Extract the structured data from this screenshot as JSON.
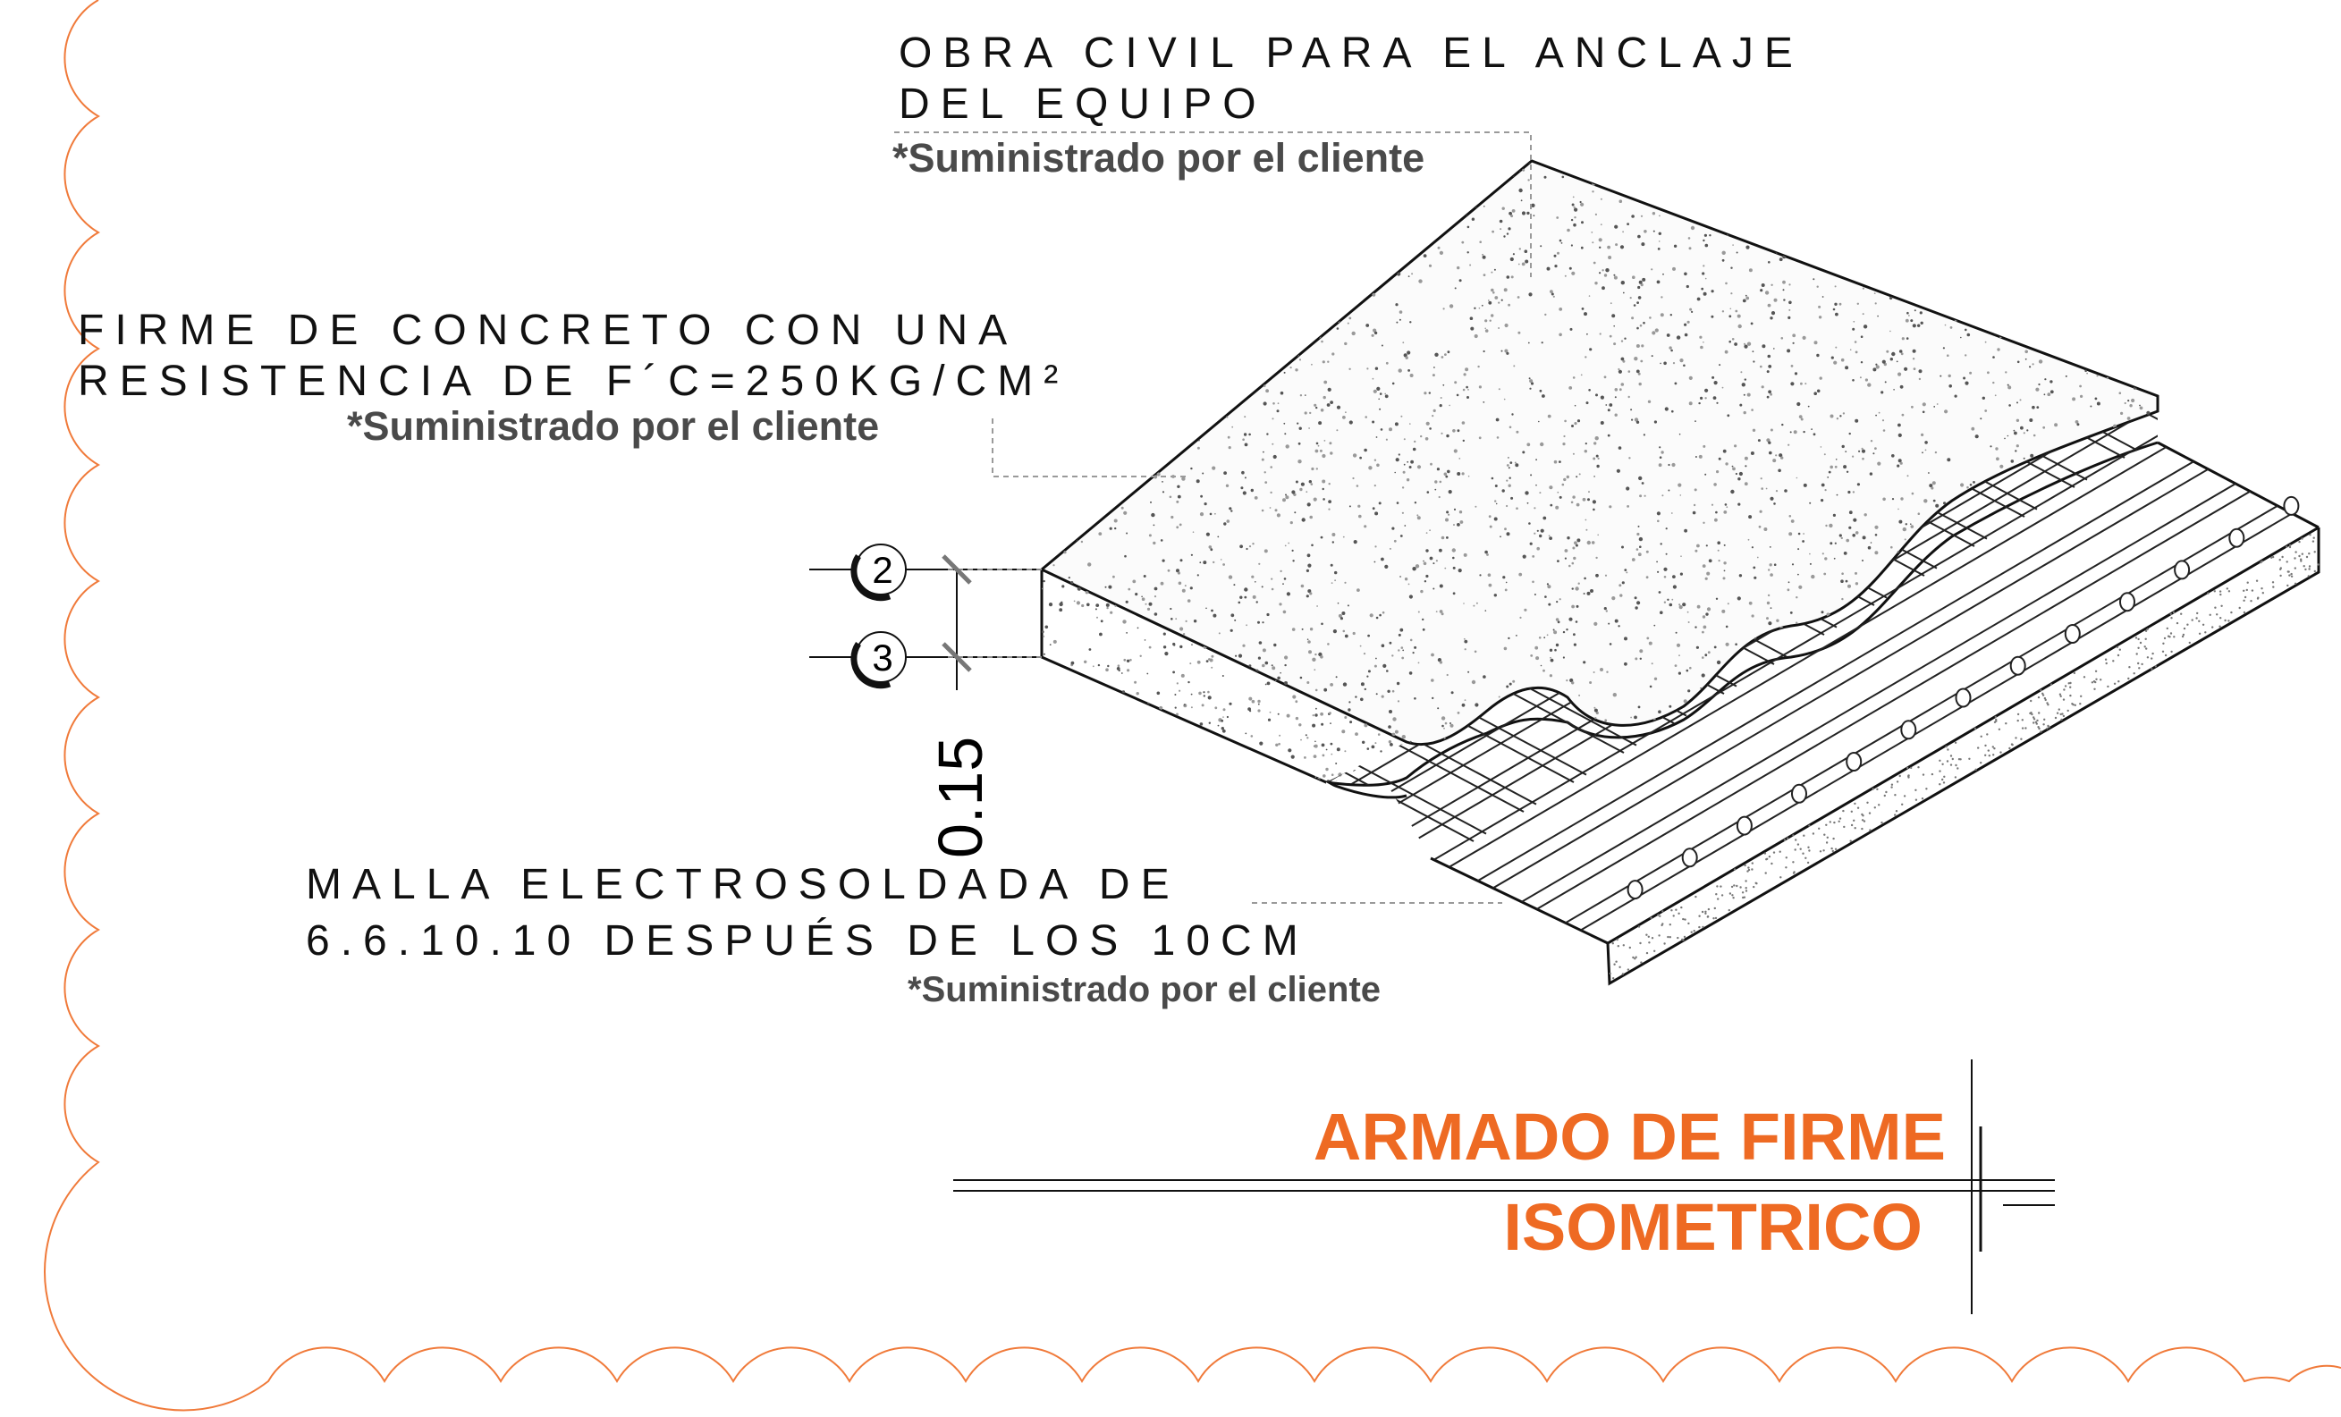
{
  "labels": {
    "obra_line1": "OBRA CIVIL PARA EL ANCLAJE",
    "obra_line2": "DEL EQUIPO",
    "obra_note": "*Suministrado por el cliente",
    "firme_line1": "FIRME DE CONCRETO CON UNA",
    "firme_line2": "RESISTENCIA DE F´C=250KG/CM²",
    "firme_note": "*Suministrado por el cliente",
    "malla_line1": "MALLA ELECTROSOLDADA DE",
    "malla_line2": "6.6.10.10 DESPUÉS DE LOS 10CM",
    "malla_note": "*Suministrado por el cliente"
  },
  "dimension": {
    "tag_upper": "2",
    "tag_lower": "3",
    "thickness": "0.15"
  },
  "title": {
    "main": "ARMADO DE FIRME",
    "sub": "ISOMETRICO"
  },
  "colors": {
    "title": "#ee6a23",
    "revision_cloud": "#f07a3a",
    "linework": "#111111"
  }
}
